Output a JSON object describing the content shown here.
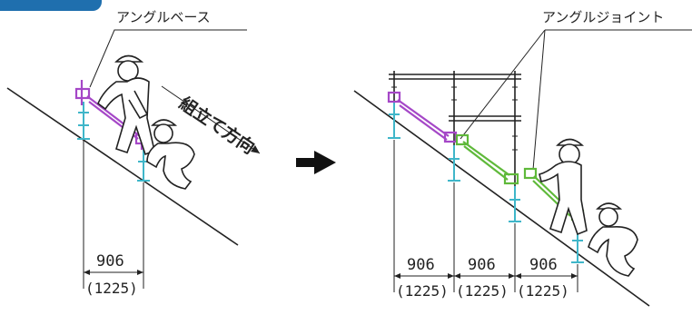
{
  "labels": {
    "angle_base": "アングルベース",
    "angle_joint": "アングルジョイント",
    "assembly_direction": "組立て方向"
  },
  "left_dimension": {
    "span": "906",
    "span_alt": "(1225)"
  },
  "right_dimensions": [
    {
      "span": "906",
      "span_alt": "(1225)"
    },
    {
      "span": "906",
      "span_alt": "(1225)"
    },
    {
      "span": "906",
      "span_alt": "(1225)"
    }
  ],
  "colors": {
    "angle_base": "#a547c7",
    "angle_joint": "#5fb93a",
    "jack_base": "#3fb6c9",
    "arrow": "#111111",
    "tab": "#1f6fae"
  }
}
